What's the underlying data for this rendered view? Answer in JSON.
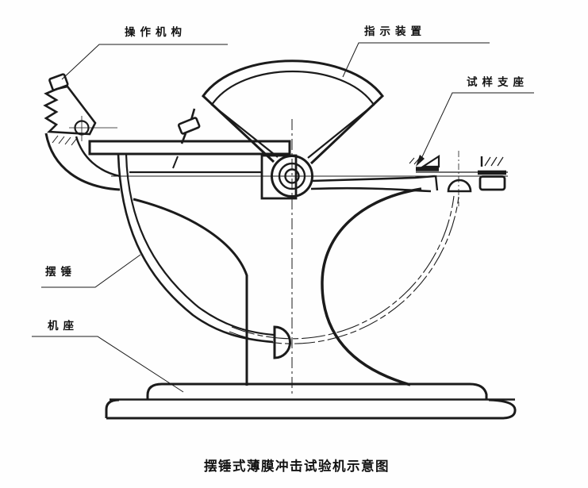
{
  "figure": {
    "caption": "摆锤式薄膜冲击试验机示意图",
    "labels": {
      "operating_mechanism": "操作机构",
      "indicating_device": "指示装置",
      "specimen_support": "试样支座",
      "pendulum_hammer": "摆锤",
      "machine_base": "机座"
    },
    "colors": {
      "ink": "#1b1b1b",
      "paper": "#fefefe"
    }
  }
}
